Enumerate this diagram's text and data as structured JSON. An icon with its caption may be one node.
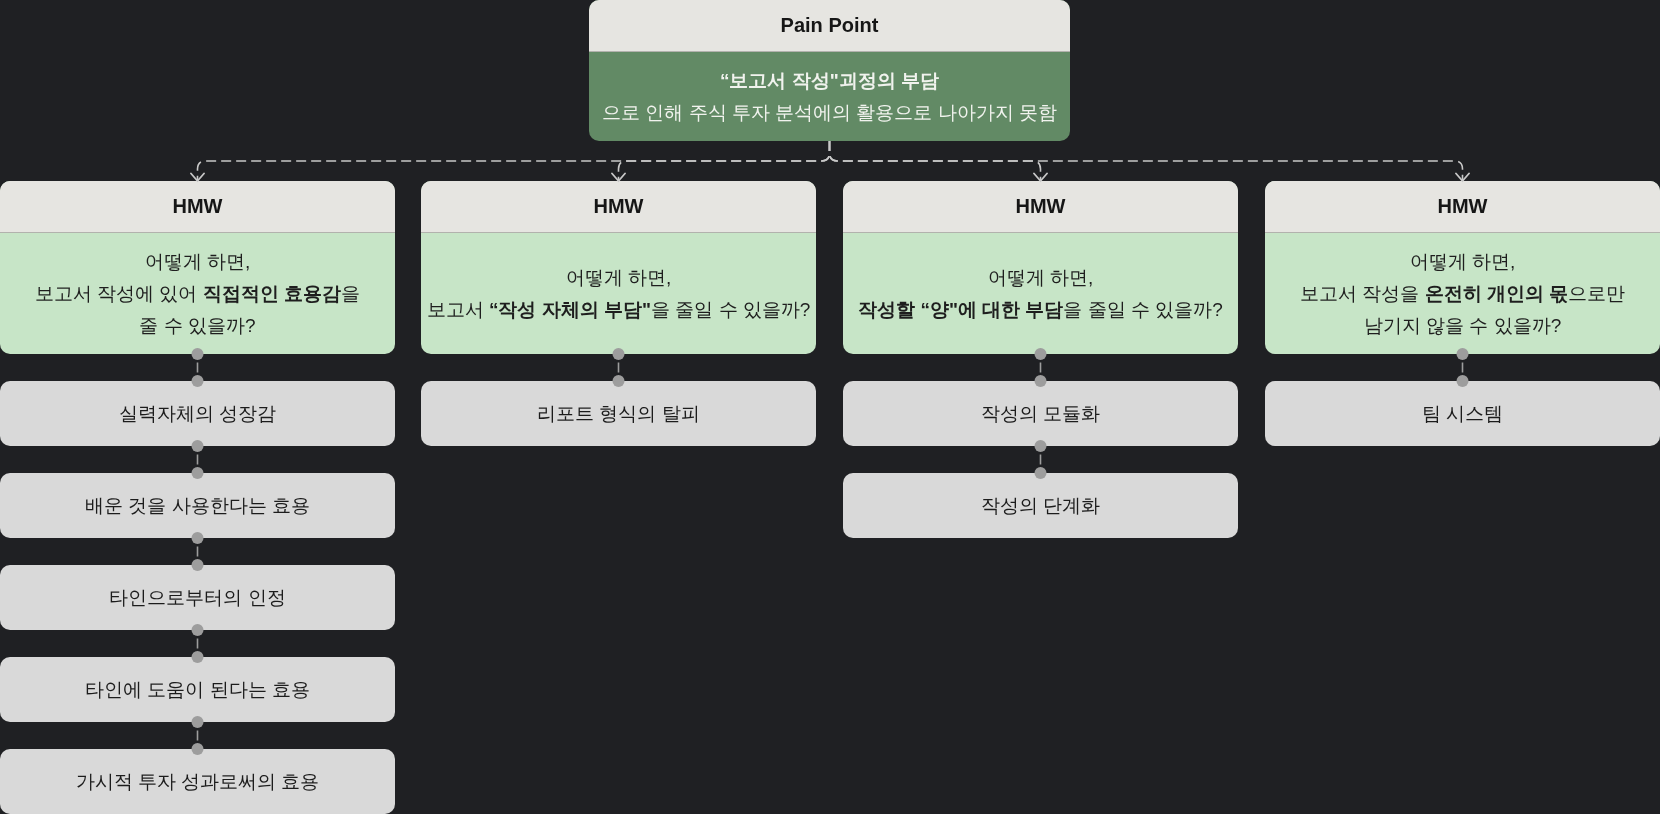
{
  "diagram": {
    "nodes": [
      {
        "text": [
          "Pain Point",
          "“보고서 작성\"괴정의 부담",
          "으로 인해 주식 투자 분석에의 활용으로 나아가지 못함"
        ]
      },
      {
        "text": [
          "HMW",
          "어떻게 하면, 보고서 작성에 있어 **직접적인 효용감**을 줄 수 있을까?"
        ]
      },
      {
        "text": [
          "HMW",
          "어떻게 하면, 보고서 **“작성 자체의 부담\"**을 줄일 수 있을까?"
        ]
      },
      {
        "text": [
          "HMW",
          "어떻게 하면, **작성할 “양\"에 대한 부담**을 줄일 수 있을까?"
        ]
      },
      {
        "text": [
          "HMW",
          "어떻게 하면, 보고서 작성을 **온전히 개인의 몫**으로만 남기지 않을 수 있을까?"
        ]
      },
      {
        "text": [
          "실력자체의 성장감"
        ]
      },
      {
        "text": [
          "배운 것을 사용한다는 효용"
        ]
      },
      {
        "text": [
          "타인으로부터의 인정"
        ]
      },
      {
        "text": [
          "타인에 도움이 된다는 효용"
        ]
      },
      {
        "text": [
          "가시적 투자 성과로써의 효용"
        ]
      },
      {
        "text": [
          "리포트 형식의 탈피"
        ]
      },
      {
        "text": [
          "작성의 모듈화"
        ]
      },
      {
        "text": [
          "작성의 단계화"
        ]
      },
      {
        "text": [
          "팀 시스템"
        ]
      }
    ],
    "edges": [
      {
        "from": 0,
        "to": 1,
        "arrow": "to",
        "style": "dashed",
        "color": "#c8c8c8"
      },
      {
        "from": 0,
        "to": 2,
        "arrow": "to",
        "style": "dashed",
        "color": "#c8c8c8"
      },
      {
        "from": 0,
        "to": 3,
        "arrow": "to",
        "style": "dashed",
        "color": "#c8c8c8"
      },
      {
        "from": 0,
        "to": 4,
        "arrow": "to",
        "style": "dashed",
        "color": "#c8c8c8"
      },
      {
        "from": 1,
        "to": 5,
        "arrow": "other",
        "style": "dashed"
      },
      {
        "from": 5,
        "to": 6,
        "arrow": "other",
        "style": "dashed"
      },
      {
        "from": 6,
        "to": 7,
        "arrow": "other",
        "style": "dashed"
      },
      {
        "from": 7,
        "to": 8,
        "arrow": "other",
        "style": "dashed"
      },
      {
        "from": 8,
        "to": 9,
        "arrow": "other",
        "style": "dashed"
      },
      {
        "from": 2,
        "to": 10,
        "arrow": "other",
        "style": "dashed"
      },
      {
        "from": 3,
        "to": 11,
        "arrow": "other",
        "style": "dashed"
      },
      {
        "from": 11,
        "to": 12,
        "arrow": "other",
        "style": "dashed"
      },
      {
        "from": 4,
        "to": 13,
        "arrow": "other",
        "style": "dashed"
      }
    ]
  }
}
